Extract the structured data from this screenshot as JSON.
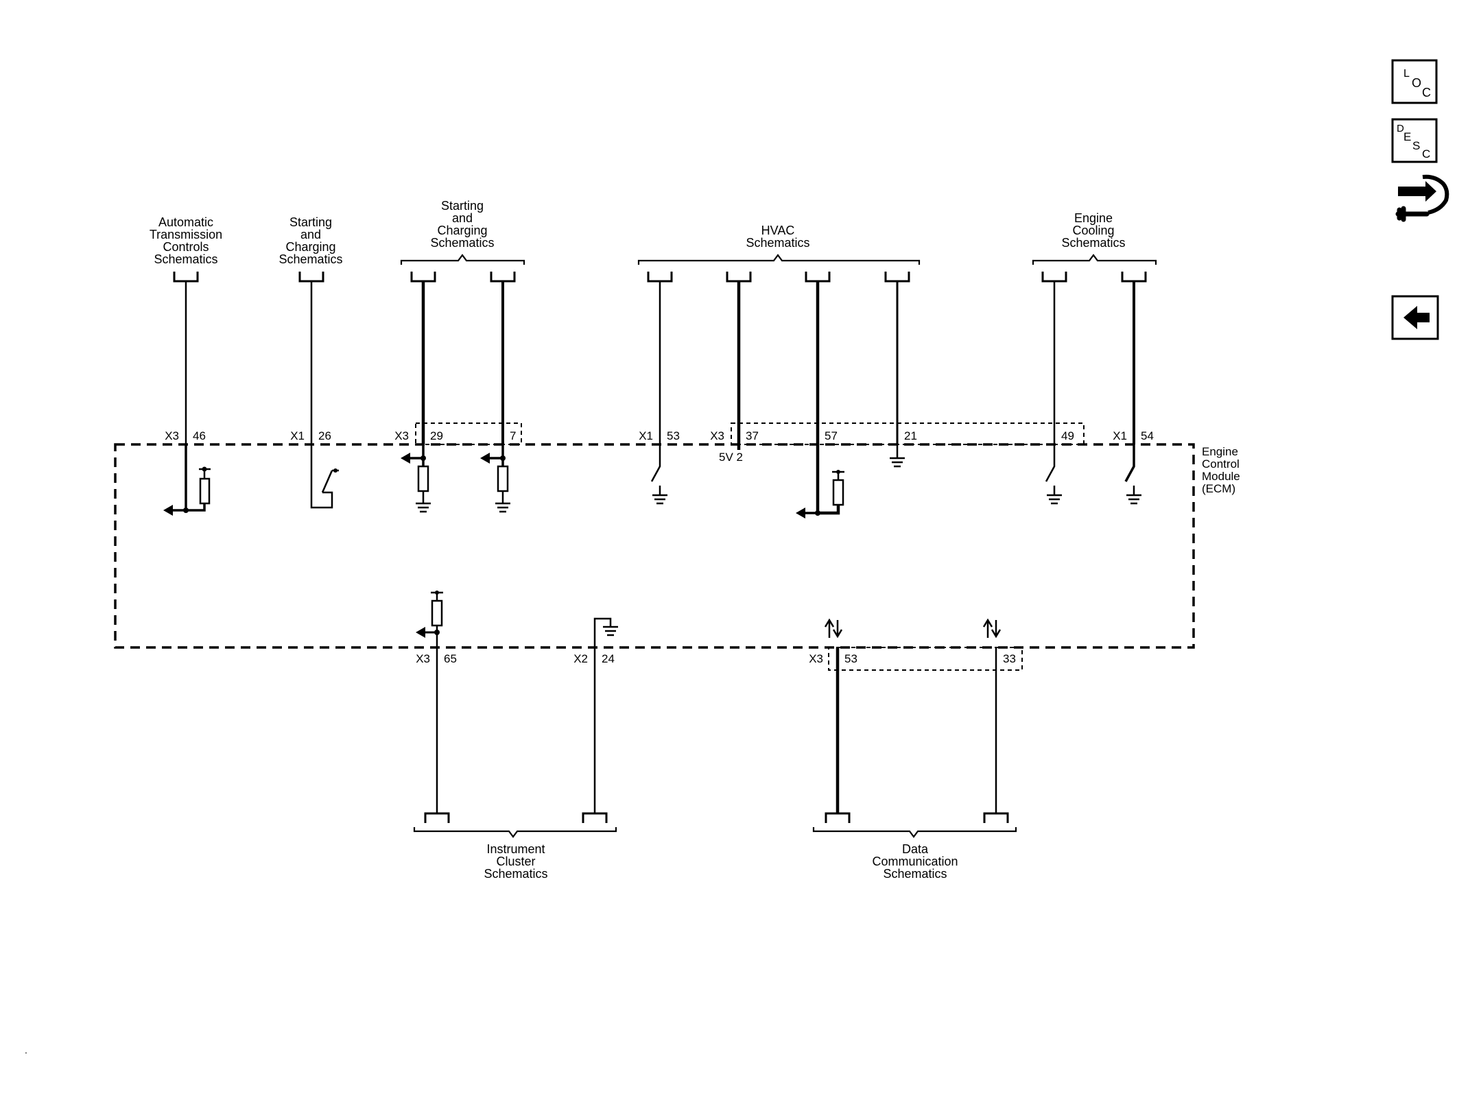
{
  "ecm_label": [
    "Engine",
    "Control",
    "Module",
    "(ECM)"
  ],
  "voltage_label": "5V 2",
  "nav": {
    "loc": {
      "letters": [
        "L",
        "O",
        "C"
      ],
      "icon": "loc-icon"
    },
    "desc": {
      "letters": [
        "D",
        "E",
        "S",
        "C"
      ],
      "icon": "desc-icon"
    },
    "connector_icon": "connector-wrench-icon",
    "back_icon": "back-arrow-icon"
  },
  "top_groups": [
    {
      "id": "atc",
      "label": [
        "Automatic",
        "Transmission",
        "Controls",
        "Schematics"
      ]
    },
    {
      "id": "sc1",
      "label": [
        "Starting",
        "and",
        "Charging",
        "Schematics"
      ]
    },
    {
      "id": "sc2",
      "label": [
        "Starting",
        "and",
        "Charging",
        "Schematics"
      ]
    },
    {
      "id": "hvac",
      "label": [
        "HVAC",
        "Schematics"
      ]
    },
    {
      "id": "ec",
      "label": [
        "Engine",
        "Cooling",
        "Schematics"
      ]
    }
  ],
  "bottom_groups": [
    {
      "id": "ic",
      "label": [
        "Instrument",
        "Cluster",
        "Schematics"
      ]
    },
    {
      "id": "dc",
      "label": [
        "Data",
        "Communication",
        "Schematics"
      ]
    }
  ],
  "top_pins": [
    {
      "connector": "X3",
      "pin": "46"
    },
    {
      "connector": "X1",
      "pin": "26"
    },
    {
      "connector": "X3",
      "pin": "29"
    },
    {
      "connector": "",
      "pin": "7"
    },
    {
      "connector": "X1",
      "pin": "53"
    },
    {
      "connector": "X3",
      "pin": "37"
    },
    {
      "connector": "",
      "pin": "57"
    },
    {
      "connector": "",
      "pin": "21"
    },
    {
      "connector": "",
      "pin": "49"
    },
    {
      "connector": "X1",
      "pin": "54"
    }
  ],
  "bottom_pins": [
    {
      "connector": "X3",
      "pin": "65"
    },
    {
      "connector": "X2",
      "pin": "24"
    },
    {
      "connector": "X3",
      "pin": "53"
    },
    {
      "connector": "",
      "pin": "33"
    }
  ],
  "footer_mark": "."
}
